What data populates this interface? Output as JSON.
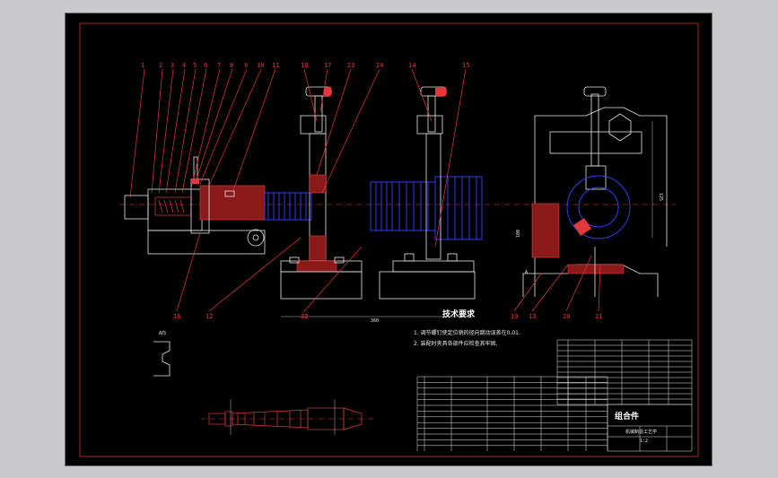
{
  "callouts_top": [
    "1",
    "2",
    "3",
    "4",
    "5",
    "6",
    "7",
    "8",
    "9",
    "10",
    "11",
    "18",
    "17",
    "23",
    "24",
    "14",
    "15"
  ],
  "callouts_bottom": [
    "16",
    "12",
    "22",
    "19",
    "13",
    "20",
    "21"
  ],
  "section_label": "A",
  "view_label": "A向",
  "dim_labels": {
    "length": "360",
    "height": "125",
    "small": "100"
  },
  "tech_requirements": {
    "title": "技术要求",
    "items": [
      "1. 调节螺钉使定位销的径向跳动误差在0.01.",
      "2. 装配时夹具各部件应检查其牢固."
    ]
  },
  "title_block": {
    "name": "组合件",
    "class": "机械制造工艺学",
    "scale": "1:2"
  },
  "colors": {
    "background": "#000000",
    "frame": "#e23a3a",
    "line": "#e6e6e6",
    "highlight": "#2f3df0"
  }
}
